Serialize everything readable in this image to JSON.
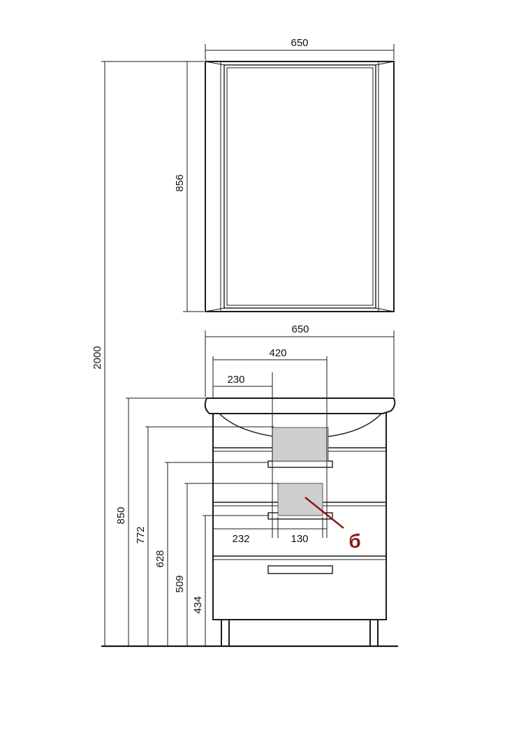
{
  "dimensions": {
    "mirror_width": "650",
    "mirror_height": "856",
    "total_height": "2000",
    "cabinet_width": "650",
    "basin_width": "420",
    "basin_offset": "230",
    "siphon_offset": "232",
    "siphon_width": "130",
    "h850": "850",
    "h772": "772",
    "h628": "628",
    "h509": "509",
    "h434": "434"
  },
  "callout": {
    "label": "б"
  },
  "colors": {
    "line": "#1a1a1a",
    "cutout": "#cfcfcf",
    "callout": "#8b1a1a"
  }
}
